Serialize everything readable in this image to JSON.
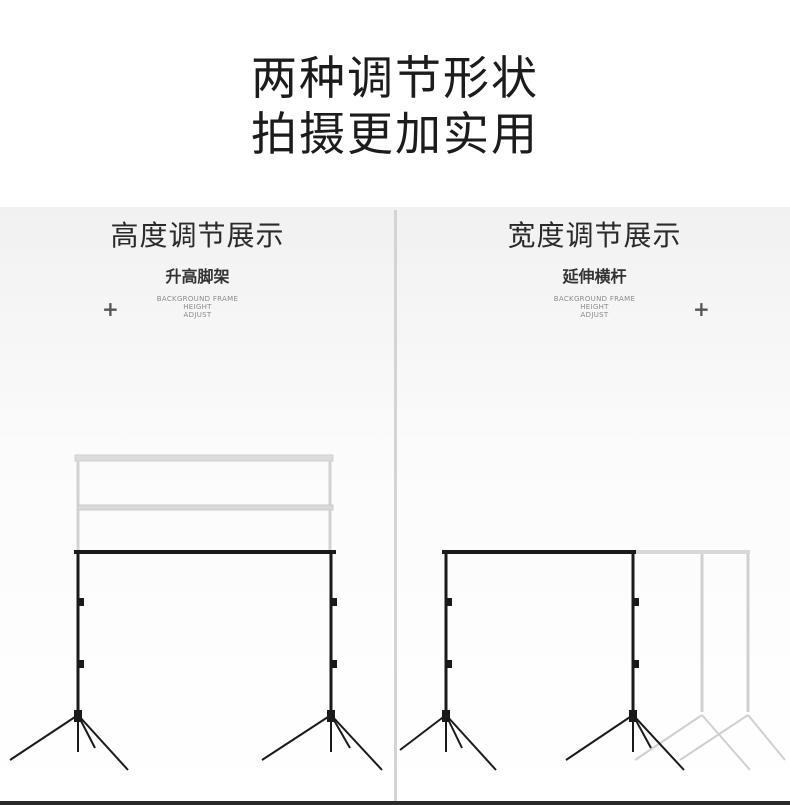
{
  "headline": {
    "line1": "两种调节形状",
    "line2": "拍摄更加实用"
  },
  "left_panel": {
    "title": "高度调节展示",
    "subtitle": "升高脚架",
    "note_lines": [
      "BACKGROUND FRAME",
      "HEIGHT",
      "ADJUST"
    ],
    "plus_symbol": "+"
  },
  "right_panel": {
    "title": "宽度调节展示",
    "subtitle": "延伸横杆",
    "note_lines": [
      "BACKGROUND FRAME",
      "HEIGHT",
      "ADJUST"
    ],
    "plus_symbol": "+"
  },
  "colors": {
    "stand_dark": "#1a1a1a",
    "stand_ghost": "#cfcfcf",
    "divider": "#d4d4d4"
  }
}
